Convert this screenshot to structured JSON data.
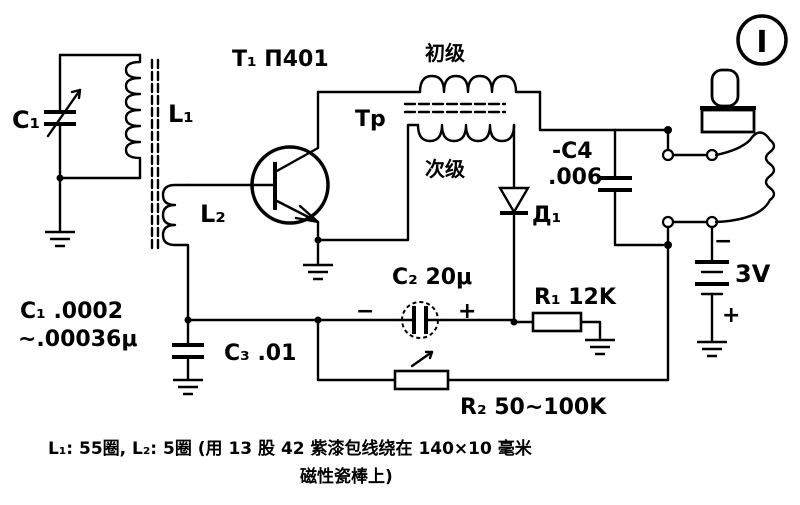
{
  "badge": {
    "label": "I"
  },
  "labels": {
    "t1": "T₁ П401",
    "primary": "初级",
    "secondary": "次级",
    "tp": "Tp",
    "c1": "C₁",
    "l1": "L₁",
    "l2": "L₂",
    "c4": "-C4",
    "c4_value": ".006",
    "d1": "Д₁",
    "battery": "3V",
    "battery_minus": "−",
    "battery_plus": "+",
    "c2": "C₂ 20μ",
    "c2_minus": "−",
    "c2_plus": "+",
    "r1": "R₁ 12K",
    "c1_range_1": "C₁ .0002",
    "c1_range_2": "~.00036μ",
    "c3": "C₃ .01",
    "r2": "R₂ 50~100K"
  },
  "caption": {
    "line1": "L₁: 55圈, L₂: 5圈 (用 13 股 42 紫漆包线绕在 140×10 毫米",
    "line2": "磁性瓷棒上)"
  }
}
